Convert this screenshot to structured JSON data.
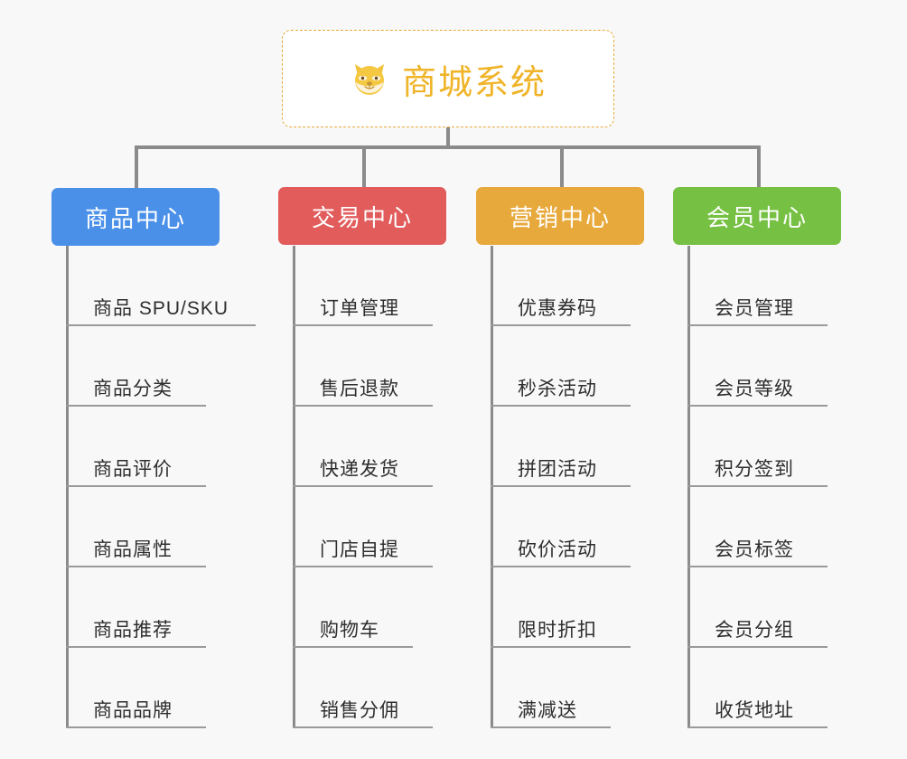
{
  "root": {
    "title": "商城系统",
    "icon": "dog-face-icon",
    "title_color": "#f0b429",
    "border_color": "#e8a93c",
    "background": "#ffffff"
  },
  "canvas": {
    "background": "#f7f8f7",
    "connector_color": "#8b8b8b",
    "rule_color": "#9a9a9a",
    "leaf_text_color": "#2e2e2e"
  },
  "branches": [
    {
      "label": "商品中心",
      "color": "#4a90e8",
      "items": [
        {
          "label": "商品 SPU/SKU",
          "rule_width": 210
        },
        {
          "label": "商品分类",
          "rule_width": 155
        },
        {
          "label": "商品评价",
          "rule_width": 155
        },
        {
          "label": "商品属性",
          "rule_width": 155
        },
        {
          "label": "商品推荐",
          "rule_width": 155
        },
        {
          "label": "商品品牌",
          "rule_width": 155
        }
      ]
    },
    {
      "label": "交易中心",
      "color": "#e25c5c",
      "items": [
        {
          "label": "订单管理",
          "rule_width": 155
        },
        {
          "label": "售后退款",
          "rule_width": 155
        },
        {
          "label": "快递发货",
          "rule_width": 155
        },
        {
          "label": "门店自提",
          "rule_width": 155
        },
        {
          "label": "购物车",
          "rule_width": 133
        },
        {
          "label": "销售分佣",
          "rule_width": 155
        }
      ]
    },
    {
      "label": "营销中心",
      "color": "#e8a93c",
      "items": [
        {
          "label": "优惠券码",
          "rule_width": 155
        },
        {
          "label": "秒杀活动",
          "rule_width": 155
        },
        {
          "label": "拼团活动",
          "rule_width": 155
        },
        {
          "label": "砍价活动",
          "rule_width": 155
        },
        {
          "label": "限时折扣",
          "rule_width": 155
        },
        {
          "label": "满减送",
          "rule_width": 133
        }
      ]
    },
    {
      "label": "会员中心",
      "color": "#76c043",
      "items": [
        {
          "label": "会员管理",
          "rule_width": 155
        },
        {
          "label": "会员等级",
          "rule_width": 155
        },
        {
          "label": "积分签到",
          "rule_width": 155
        },
        {
          "label": "会员标签",
          "rule_width": 155
        },
        {
          "label": "会员分组",
          "rule_width": 155
        },
        {
          "label": "收货地址",
          "rule_width": 155
        }
      ]
    }
  ]
}
